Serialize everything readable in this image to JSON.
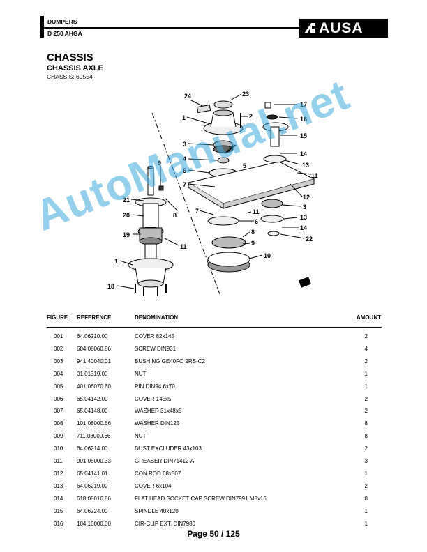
{
  "header": {
    "line1": "DUMPERS",
    "line2": "D 250 AHGA",
    "logo_text": "AUSA"
  },
  "title": "CHASSIS",
  "subtitle": "CHASSIS AXLE",
  "chassis_line": "CHASSIS: 60554",
  "diagram": {
    "callouts": [
      "24",
      "23",
      "1",
      "2",
      "17",
      "16",
      "15",
      "3",
      "4",
      "5",
      "14",
      "13",
      "6",
      "11",
      "9",
      "7",
      "12",
      "21",
      "8",
      "3",
      "7",
      "11",
      "6",
      "13",
      "14",
      "20",
      "8",
      "19",
      "11",
      "9",
      "22",
      "1",
      "10",
      "18"
    ]
  },
  "watermark": "AutoManual.net",
  "table": {
    "headers": {
      "figure": "FIGURE",
      "reference": "REFERENCE",
      "denomination": "DENOMINATION",
      "amount": "AMOUNT"
    },
    "rows": [
      {
        "figure": "001",
        "reference": "64.06210.00",
        "denomination": "COVER 82x145",
        "amount": "2"
      },
      {
        "figure": "002",
        "reference": "604.08060.86",
        "denomination": "SCREW DIN931",
        "amount": "4"
      },
      {
        "figure": "003",
        "reference": "941.40040.01",
        "denomination": "BUSHING GE40FO 2RS-C2",
        "amount": "2"
      },
      {
        "figure": "004",
        "reference": "01.01319.00",
        "denomination": "NUT",
        "amount": "1"
      },
      {
        "figure": "005",
        "reference": "401.06070.60",
        "denomination": "PIN DIN94 6x70",
        "amount": "1"
      },
      {
        "figure": "006",
        "reference": "65.04142.00",
        "denomination": "COVER 145x5",
        "amount": "2"
      },
      {
        "figure": "007",
        "reference": "65.04148.00",
        "denomination": "WASHER 31x48x5",
        "amount": "2"
      },
      {
        "figure": "008",
        "reference": "101.08000.66",
        "denomination": "WASHER DIN125",
        "amount": "8"
      },
      {
        "figure": "009",
        "reference": "711.08000.66",
        "denomination": "NUT",
        "amount": "8"
      },
      {
        "figure": "010",
        "reference": "64.06214.00",
        "denomination": "DUST EXCLUDER 43x103",
        "amount": "2"
      },
      {
        "figure": "011",
        "reference": "901.08000.33",
        "denomination": "GREASER DIN71412-A",
        "amount": "3"
      },
      {
        "figure": "012",
        "reference": "65.04141.01",
        "denomination": "CON ROD 68x507",
        "amount": "1"
      },
      {
        "figure": "013",
        "reference": "64.06219.00",
        "denomination": "COVER 6x104",
        "amount": "2"
      },
      {
        "figure": "014",
        "reference": "618.08016.86",
        "denomination": "FLAT HEAD SOCKET CAP SCREW DIN7991 M8x16",
        "amount": "8"
      },
      {
        "figure": "015",
        "reference": "64.06224.00",
        "denomination": "SPINDLE 40x120",
        "amount": "1"
      },
      {
        "figure": "016",
        "reference": "104.16000.00",
        "denomination": "CIR-CLIP EXT. DIN7980",
        "amount": "1"
      }
    ]
  },
  "footer": {
    "page": "Page 50 / 125"
  }
}
